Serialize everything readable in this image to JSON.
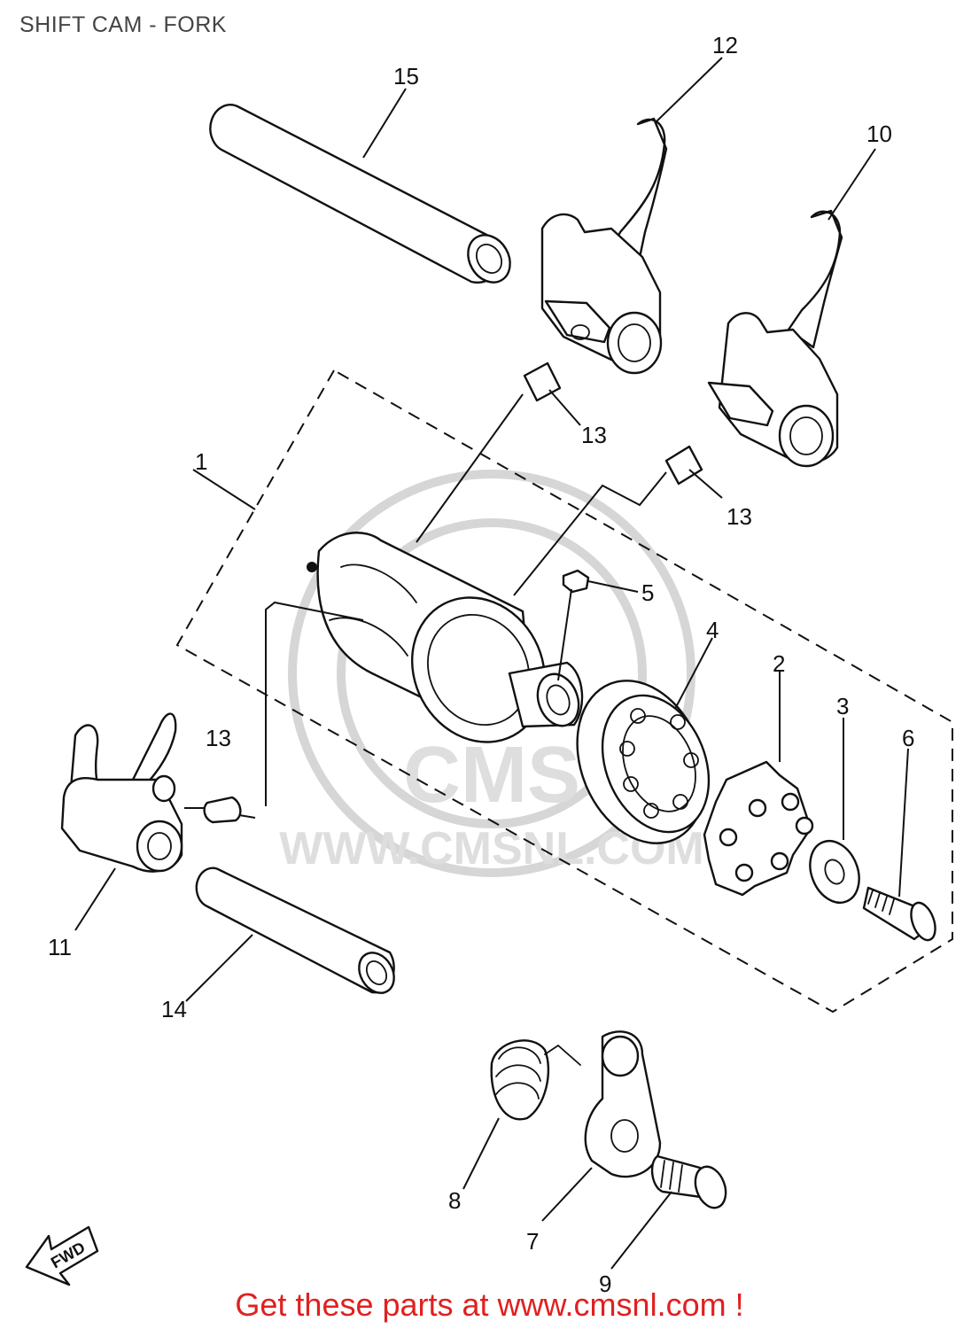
{
  "title": "SHIFT CAM - FORK",
  "watermark": {
    "logo_text": "CMS",
    "url_text": "WWW.CMSNL.COM"
  },
  "forward_arrow_label": "FWD",
  "callouts": [
    "1",
    "2",
    "3",
    "4",
    "5",
    "6",
    "7",
    "8",
    "9",
    "10",
    "11",
    "12",
    "13",
    "13",
    "13",
    "14",
    "15"
  ],
  "footer_text": "Get these parts at www.cmsnl.com !",
  "colors": {
    "title": "#444444",
    "lines": "#111111",
    "footer": "#e02020",
    "watermark": "#d6d6d6"
  }
}
